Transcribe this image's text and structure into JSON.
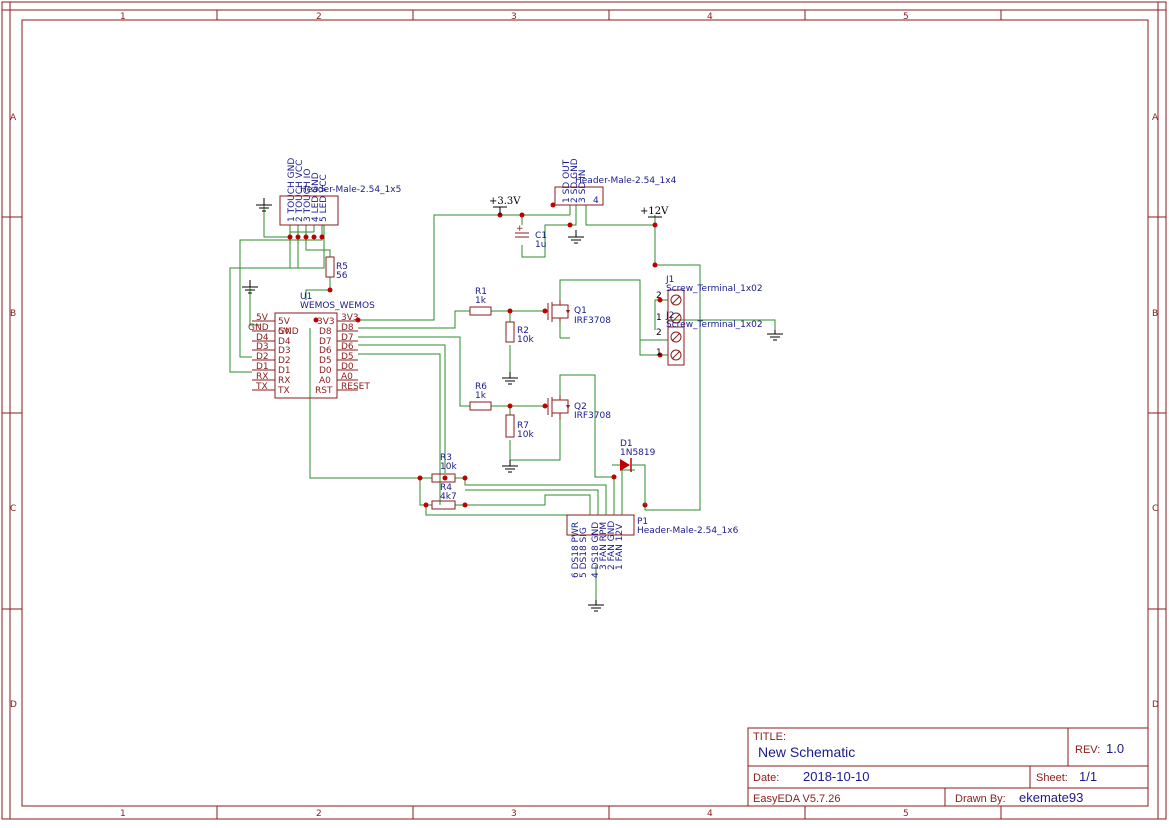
{
  "frame": {
    "columns": [
      "1",
      "2",
      "3",
      "4",
      "5"
    ],
    "rows": [
      "A",
      "B",
      "C",
      "D"
    ]
  },
  "title_block": {
    "title_key": "TITLE:",
    "title": "New Schematic",
    "rev_key": "REV:",
    "rev": "1.0",
    "date_key": "Date:",
    "date": "2018-10-10",
    "sheet_key": "Sheet:",
    "sheet": "1/1",
    "tool": "EasyEDA V5.7.26",
    "drawn_key": "Drawn By:",
    "drawn_by": "ekemate93"
  },
  "power": {
    "v33": "+3.3V",
    "v12": "+12V"
  },
  "u1": {
    "ref": "U1",
    "name": "WEMOS_WEMOS",
    "left_pins": [
      "5V",
      "GND",
      "D4",
      "D3",
      "D2",
      "D1",
      "RX",
      "TX"
    ],
    "inner_left": [
      "5V",
      "GND",
      "D4",
      "D3",
      "D2",
      "D1",
      "RX",
      "TX"
    ],
    "inner_right": [
      "3V3",
      "D8",
      "D7",
      "D6",
      "D5",
      "D0",
      "A0",
      "RST"
    ],
    "right_pins": [
      "3V3",
      "D8",
      "D7",
      "D6",
      "D5",
      "D0",
      "A0",
      "RESET"
    ]
  },
  "h_touch": {
    "name": "Header-Male-2.54_1x5",
    "pins": [
      "1 TOUCH GND",
      "2 TOUCH VCC",
      "3 TOUCH IO",
      "4 LED GND",
      "5 LED VCC"
    ]
  },
  "h_sd": {
    "name": "Header-Male-2.54_1x4",
    "pins": [
      "1 SD OUT",
      "2 SD GND",
      "3 SD IN",
      "4"
    ]
  },
  "r5": {
    "ref": "R5",
    "val": "56"
  },
  "c1": {
    "ref": "C1",
    "val": "1u"
  },
  "r1": {
    "ref": "R1",
    "val": "1k"
  },
  "r2": {
    "ref": "R2",
    "val": "10k"
  },
  "r6": {
    "ref": "R6",
    "val": "1k"
  },
  "r7": {
    "ref": "R7",
    "val": "10k"
  },
  "r3": {
    "ref": "R3",
    "val": "10k"
  },
  "r4": {
    "ref": "R4",
    "val": "4k7"
  },
  "q1": {
    "ref": "Q1",
    "val": "IRF3708"
  },
  "q2": {
    "ref": "Q2",
    "val": "IRF3708"
  },
  "d1": {
    "ref": "D1",
    "val": "1N5819"
  },
  "j1": {
    "ref": "J1",
    "val": "Screw_Terminal_1x02",
    "pins": [
      "2",
      "1"
    ]
  },
  "j2": {
    "ref": "J2",
    "val": "Screw_Terminal_1x02",
    "pins": [
      "2",
      "1"
    ]
  },
  "p1": {
    "ref": "P1",
    "val": "Header-Male-2.54_1x6",
    "pins": [
      "6 DS18 PWR",
      "5 DS18 SIG",
      "4 DS18 GND",
      "3 FAN RPM",
      "2 FAN GND",
      "1 FAN 12V"
    ]
  }
}
